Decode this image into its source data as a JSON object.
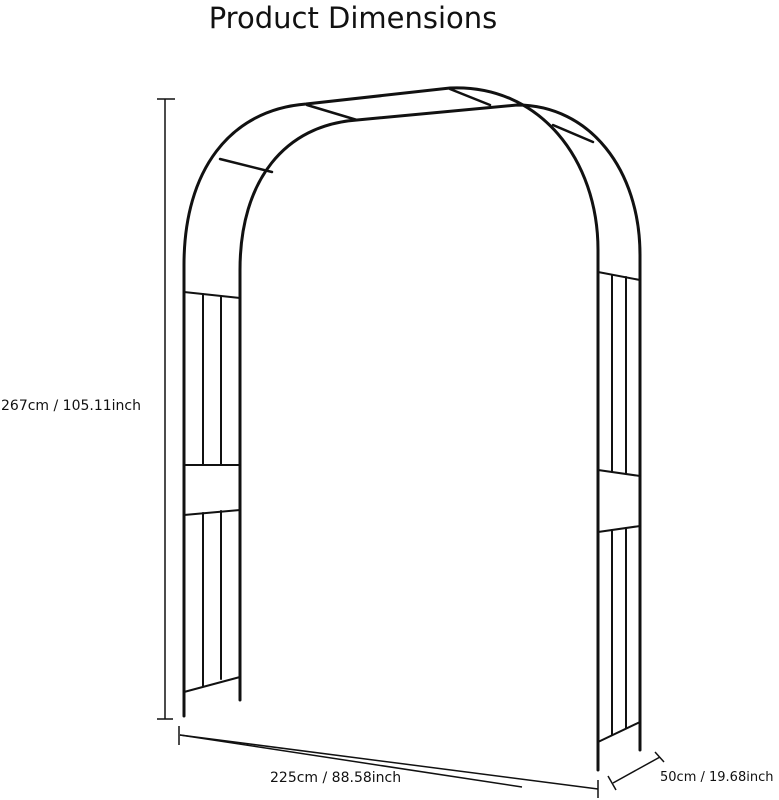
{
  "title": "Product Dimensions",
  "dimensions": {
    "height": "267cm / 105.11inch",
    "width": "225cm / 88.58inch",
    "depth": "50cm / 19.68inch"
  },
  "colors": {
    "line": "#111111",
    "background": "#ffffff"
  }
}
